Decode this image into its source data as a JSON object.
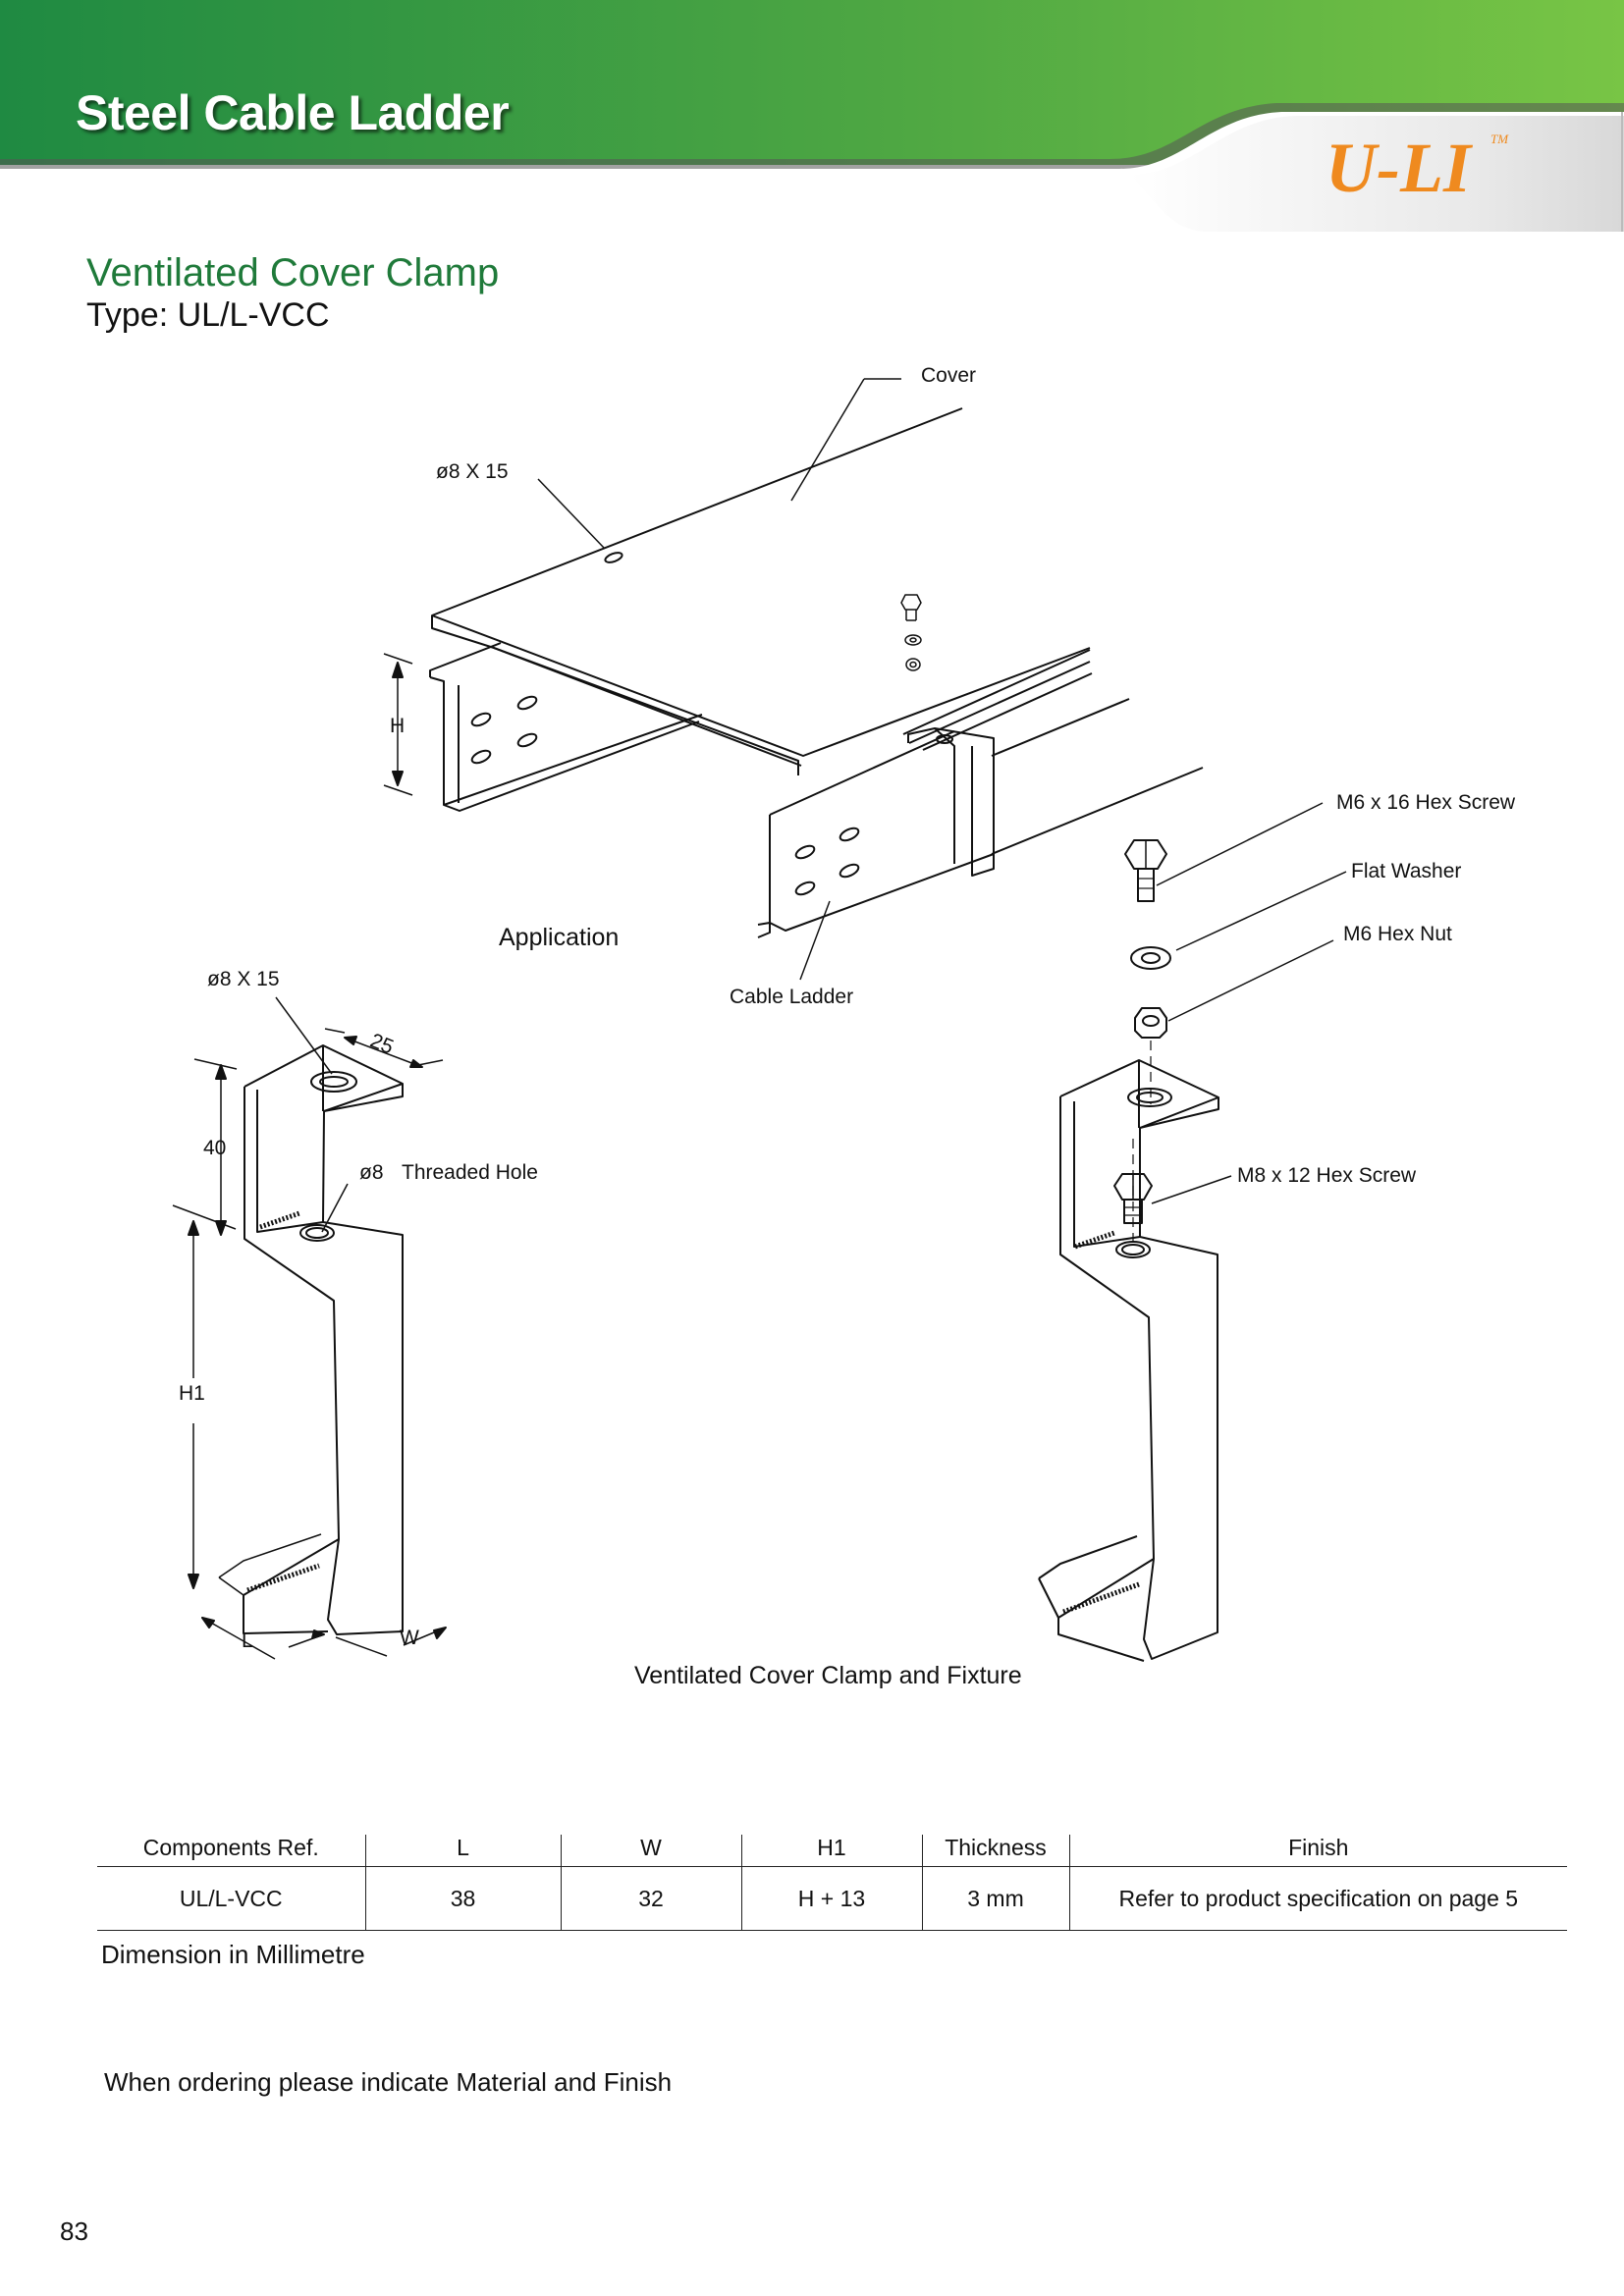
{
  "header": {
    "title": "Steel Cable Ladder",
    "brand": "U-LI",
    "trademark": "TM",
    "accent_green": "#2f9a45",
    "accent_orange": "#ef8a1f"
  },
  "product": {
    "name": "Ventilated Cover Clamp",
    "type_line": "Type: UL/L-VCC"
  },
  "drawing_labels": {
    "cover": "Cover",
    "slot_top": "ø8 X 15",
    "height": "H",
    "application": "Application",
    "cable_ladder": "Cable Ladder",
    "m6_screw": "M6 x 16 Hex Screw",
    "flat_washer": "Flat Washer",
    "m6_nut": "M6 Hex Nut",
    "m8_screw": "M8 x 12 Hex Screw",
    "slot_clamp": "ø8 X 15",
    "dim_25": "25",
    "dim_40": "40",
    "threaded_hole_dia": "ø8",
    "threaded_hole": "Threaded Hole",
    "dim_h1": "H1",
    "dim_l": "L",
    "dim_w": "W",
    "figure_caption": "Ventilated Cover Clamp and Fixture"
  },
  "spec_table": {
    "headers": [
      "Components Ref.",
      "L",
      "W",
      "H1",
      "Thickness",
      "Finish"
    ],
    "rows": [
      [
        "UL/L-VCC",
        "38",
        "32",
        "H + 13",
        "3 mm",
        "Refer to product specification on page  5"
      ]
    ]
  },
  "notes": {
    "units": "Dimension in Millimetre",
    "ordering": "When ordering please indicate Material and Finish"
  },
  "page_number": "83"
}
